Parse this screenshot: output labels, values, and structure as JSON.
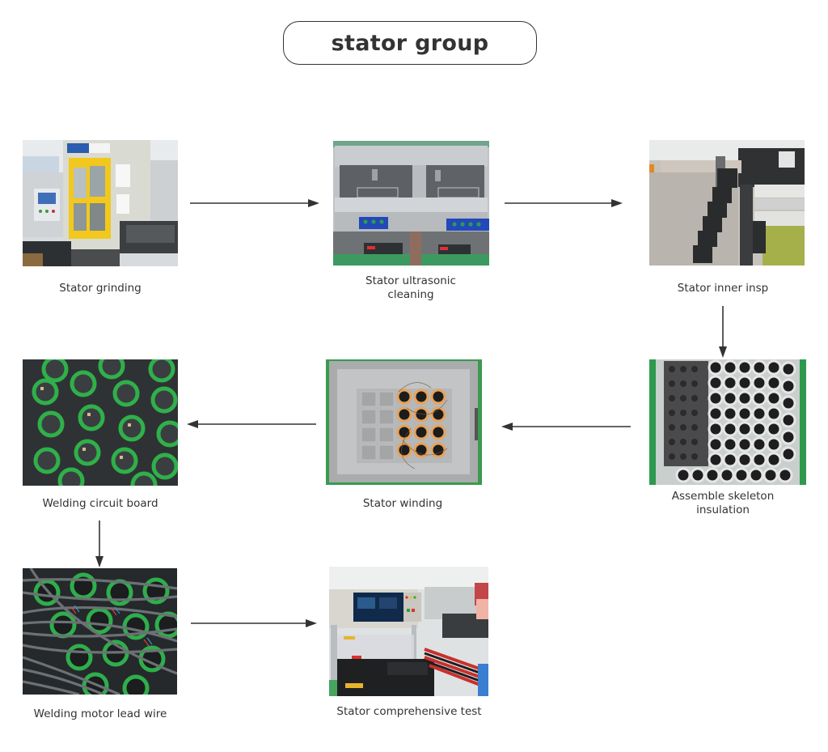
{
  "title": "stator group",
  "colors": {
    "line": "#333333",
    "arrow": "#333333",
    "text": "#333333"
  },
  "steps": [
    {
      "id": 1,
      "label": "Stator grinding",
      "photo": "grinding-machine-photo"
    },
    {
      "id": 2,
      "label_lines": [
        "Stator ultrasonic",
        "cleaning"
      ],
      "photo": "ultrasonic-cleaner-photo"
    },
    {
      "id": 3,
      "label": "Stator inner insp",
      "photo": "inner-inspection-photo"
    },
    {
      "id": 4,
      "label_lines": [
        "Assemble skeleton",
        "insulation"
      ],
      "photo": "skeleton-insulation-photo"
    },
    {
      "id": 5,
      "label": "Stator winding",
      "photo": "stator-winding-photo"
    },
    {
      "id": 6,
      "label": "Welding circuit board",
      "photo": "circuit-board-welding-photo"
    },
    {
      "id": 7,
      "label": "Welding motor lead wire",
      "photo": "lead-wire-welding-photo"
    },
    {
      "id": 8,
      "label": "Stator comprehensive test",
      "photo": "comprehensive-test-photo"
    }
  ],
  "flow": [
    {
      "from": 1,
      "to": 2,
      "direction": "right"
    },
    {
      "from": 2,
      "to": 3,
      "direction": "right"
    },
    {
      "from": 3,
      "to": 4,
      "direction": "down"
    },
    {
      "from": 4,
      "to": 5,
      "direction": "left"
    },
    {
      "from": 5,
      "to": 6,
      "direction": "left"
    },
    {
      "from": 6,
      "to": 7,
      "direction": "down"
    },
    {
      "from": 7,
      "to": 8,
      "direction": "right"
    }
  ]
}
